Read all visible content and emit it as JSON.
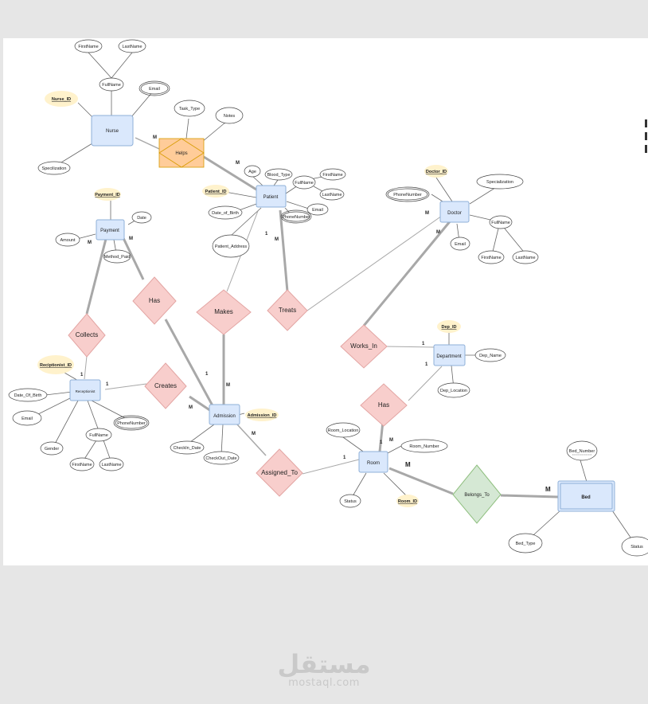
{
  "diagram": {
    "entities": [
      {
        "id": "nurse",
        "label": "Nurse"
      },
      {
        "id": "patient",
        "label": "Patient"
      },
      {
        "id": "doctor",
        "label": "Doctor"
      },
      {
        "id": "payment",
        "label": "Payment"
      },
      {
        "id": "receptionist",
        "label": "Receptionist"
      },
      {
        "id": "admission",
        "label": "Admission"
      },
      {
        "id": "department",
        "label": "Department"
      },
      {
        "id": "room",
        "label": "Room"
      },
      {
        "id": "bed",
        "label": "Bed"
      }
    ],
    "relationships": [
      {
        "id": "helps",
        "label": "Helps"
      },
      {
        "id": "has1",
        "label": "Has"
      },
      {
        "id": "makes",
        "label": "Makes"
      },
      {
        "id": "treats",
        "label": "Treats"
      },
      {
        "id": "collects",
        "label": "Collects"
      },
      {
        "id": "creates",
        "label": "Creates"
      },
      {
        "id": "works_in",
        "label": "Works_In"
      },
      {
        "id": "has2",
        "label": "Has"
      },
      {
        "id": "assigned_to",
        "label": "Assigned_To"
      },
      {
        "id": "belongs_to",
        "label": "Belongs_To"
      }
    ],
    "attributes": [
      {
        "id": "n_first",
        "label": "FirstName"
      },
      {
        "id": "n_last",
        "label": "LastName"
      },
      {
        "id": "n_full",
        "label": "FullName"
      },
      {
        "id": "n_email",
        "label": "Email"
      },
      {
        "id": "n_id",
        "label": "Nurse_ID"
      },
      {
        "id": "n_spec",
        "label": "Specilization"
      },
      {
        "id": "h_task",
        "label": "Task_Type"
      },
      {
        "id": "h_notes",
        "label": "Notes"
      },
      {
        "id": "p_age",
        "label": "Age"
      },
      {
        "id": "p_blood",
        "label": "Blood_Type"
      },
      {
        "id": "p_first",
        "label": "FirstName"
      },
      {
        "id": "p_full",
        "label": "FullName"
      },
      {
        "id": "p_last",
        "label": "LastName"
      },
      {
        "id": "p_email",
        "label": "Email"
      },
      {
        "id": "p_phone",
        "label": "PhoneNumber"
      },
      {
        "id": "p_id",
        "label": "Patient_ID"
      },
      {
        "id": "p_dob",
        "label": "Date_of_Birth"
      },
      {
        "id": "p_addr",
        "label": "Patient_Address"
      },
      {
        "id": "pay_id",
        "label": "Payment_ID"
      },
      {
        "id": "pay_date",
        "label": "Date"
      },
      {
        "id": "pay_amount",
        "label": "Amount"
      },
      {
        "id": "pay_method",
        "label": "Method_Paid"
      },
      {
        "id": "d_id",
        "label": "Doctor_ID"
      },
      {
        "id": "d_spec",
        "label": "Specialization"
      },
      {
        "id": "d_phone",
        "label": "PhoneNumber"
      },
      {
        "id": "d_full",
        "label": "FullName"
      },
      {
        "id": "d_email",
        "label": "Email"
      },
      {
        "id": "d_first",
        "label": "FirstName"
      },
      {
        "id": "d_last",
        "label": "LastName"
      },
      {
        "id": "r_id",
        "label": "Reciptionist_ID"
      },
      {
        "id": "r_dob",
        "label": "Date_Of_Birth"
      },
      {
        "id": "r_email",
        "label": "Email"
      },
      {
        "id": "r_gender",
        "label": "Gender"
      },
      {
        "id": "r_full",
        "label": "FullName"
      },
      {
        "id": "r_first",
        "label": "FirstName"
      },
      {
        "id": "r_last",
        "label": "LastName"
      },
      {
        "id": "r_phone",
        "label": "PhoneNumber"
      },
      {
        "id": "a_id",
        "label": "Admission_ID"
      },
      {
        "id": "a_in",
        "label": "CheckIn_Date"
      },
      {
        "id": "a_out",
        "label": "CheckOut_Date"
      },
      {
        "id": "dep_id",
        "label": "Dep_ID"
      },
      {
        "id": "dep_name",
        "label": "Dep_Name"
      },
      {
        "id": "dep_loc",
        "label": "Dep_Location"
      },
      {
        "id": "room_loc",
        "label": "Room_Location"
      },
      {
        "id": "room_num",
        "label": "Room_Number"
      },
      {
        "id": "room_status",
        "label": "Status"
      },
      {
        "id": "room_id",
        "label": "Room_ID"
      },
      {
        "id": "bed_num",
        "label": "Bed_Number"
      },
      {
        "id": "bed_type",
        "label": "Bed_Type"
      },
      {
        "id": "bed_status",
        "label": "Status"
      }
    ],
    "cardinalities": [
      {
        "id": "c_helps_nurse",
        "label": "M"
      },
      {
        "id": "c_helps_patient",
        "label": "M"
      },
      {
        "id": "c_payment_m",
        "label": "M"
      },
      {
        "id": "c_payment_m2",
        "label": "M"
      },
      {
        "id": "c_patient_1",
        "label": "1"
      },
      {
        "id": "c_patient_m",
        "label": "M"
      },
      {
        "id": "c_doctor_m",
        "label": "M"
      },
      {
        "id": "c_doctor_m2",
        "label": "M"
      },
      {
        "id": "c_recep_1a",
        "label": "1"
      },
      {
        "id": "c_recep_1b",
        "label": "1"
      },
      {
        "id": "c_adm_m_left",
        "label": "M"
      },
      {
        "id": "c_adm_1",
        "label": "1"
      },
      {
        "id": "c_adm_m_top",
        "label": "M"
      },
      {
        "id": "c_adm_m_bottom",
        "label": "M"
      },
      {
        "id": "c_dept_1a",
        "label": "1"
      },
      {
        "id": "c_dept_1b",
        "label": "1"
      },
      {
        "id": "c_room_m",
        "label": "M"
      },
      {
        "id": "c_room_1a",
        "label": "1"
      },
      {
        "id": "c_room_1b",
        "label": "1"
      },
      {
        "id": "c_bed_m",
        "label": "M"
      }
    ]
  },
  "watermark": {
    "arabic": "مستقل",
    "latin": "mostaql.com"
  },
  "colors": {
    "entity_fill": "#dae8fc",
    "entity_stroke": "#8fb0d8",
    "relationship_fill": "#f8cecc",
    "relationship_stroke": "#e3a5a3",
    "assoc_fill": "#ffcc99",
    "assoc_stroke": "#d79b00",
    "weak_rel_fill": "#d5e8d4",
    "weak_rel_stroke": "#8fbf7f",
    "key_fill": "#fff2cc",
    "line": "#aaaaaa"
  }
}
